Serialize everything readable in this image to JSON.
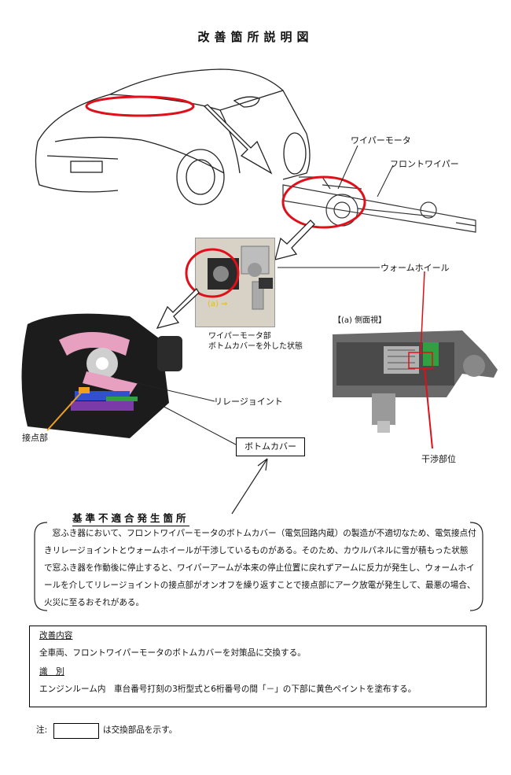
{
  "title": "改善箇所説明図",
  "labels": {
    "wiper_motor": "ワイパーモータ",
    "front_wiper": "フロントワイパー",
    "worm_wheel": "ウォームホイール",
    "photo_caption_1": "ワイパーモータ部",
    "photo_caption_2": "ボトムカバーを外した状態",
    "photo_marker": "(a) ⇒",
    "side_view": "【(a) 側面視】",
    "relay_joint": "リレージョイント",
    "contact_part": "接点部",
    "bottom_cover": "ボトムカバー",
    "interference_part": "干渉部位"
  },
  "section": {
    "heading": "基準不適合発生箇所",
    "description": "窓ふき器において、フロントワイパーモータのボトムカバー（電気回路内蔵）の製造が不適切なため、電気接点付きリレージョイントとウォームホイールが干渉しているものがある。そのため、カウルパネルに雪が積もった状態で窓ふき器を作動後に停止すると、ワイパーアームが本来の停止位置に戻れずアームに反力が発生し、ウォームホイールを介してリレージョイントの接点部がオンオフを繰り返すことで接点部にアーク放電が発生して、最悪の場合、火災に至るおそれがある。"
  },
  "remedy": {
    "heading": "改善内容",
    "text": "全車両、フロントワイパーモータのボトムカバーを対策品に交換する。",
    "id_heading": "識　別",
    "id_text": "エンジンルーム内　車台番号打刻の3桁型式と6桁番号の間「－」の下部に黄色ペイントを塗布する。"
  },
  "note": {
    "prefix": "注:",
    "suffix": "は交換部品を示す。"
  },
  "colors": {
    "highlight": "#e0101a",
    "relay": "#e8a0c0",
    "contact": "#f0a020"
  }
}
